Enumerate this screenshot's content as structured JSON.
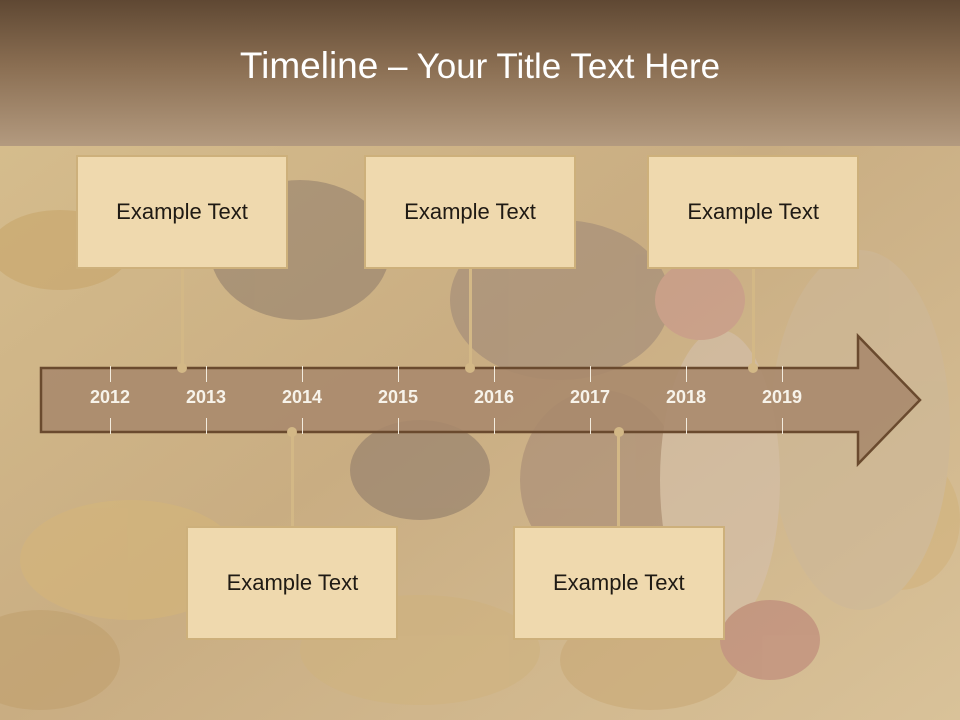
{
  "slide": {
    "title_main": "Timeline",
    "title_rest": " – Your Title Text Here"
  },
  "timeline": {
    "years": [
      "2012",
      "2013",
      "2014",
      "2015",
      "2016",
      "2017",
      "2018",
      "2019"
    ],
    "events_top": [
      {
        "text": "Example Text",
        "year_position": 2012.75
      },
      {
        "text": "Example Text",
        "year_position": 2015.75
      },
      {
        "text": "Example Text",
        "year_position": 2018.7
      }
    ],
    "events_bottom": [
      {
        "text": "Example Text",
        "year_position": 2013.9
      },
      {
        "text": "Example Text",
        "year_position": 2017.3
      }
    ]
  },
  "colors": {
    "header_dark": "#5f4833",
    "header_light": "#b39a7f",
    "arrow_fill": "#a9896c",
    "arrow_stroke": "#6a4a2e",
    "box_fill": "#efd9ae",
    "box_border": "#cdb07b",
    "connector": "#d3b886"
  },
  "background": {
    "description_icon": "autumn-leaves-family-photo"
  }
}
